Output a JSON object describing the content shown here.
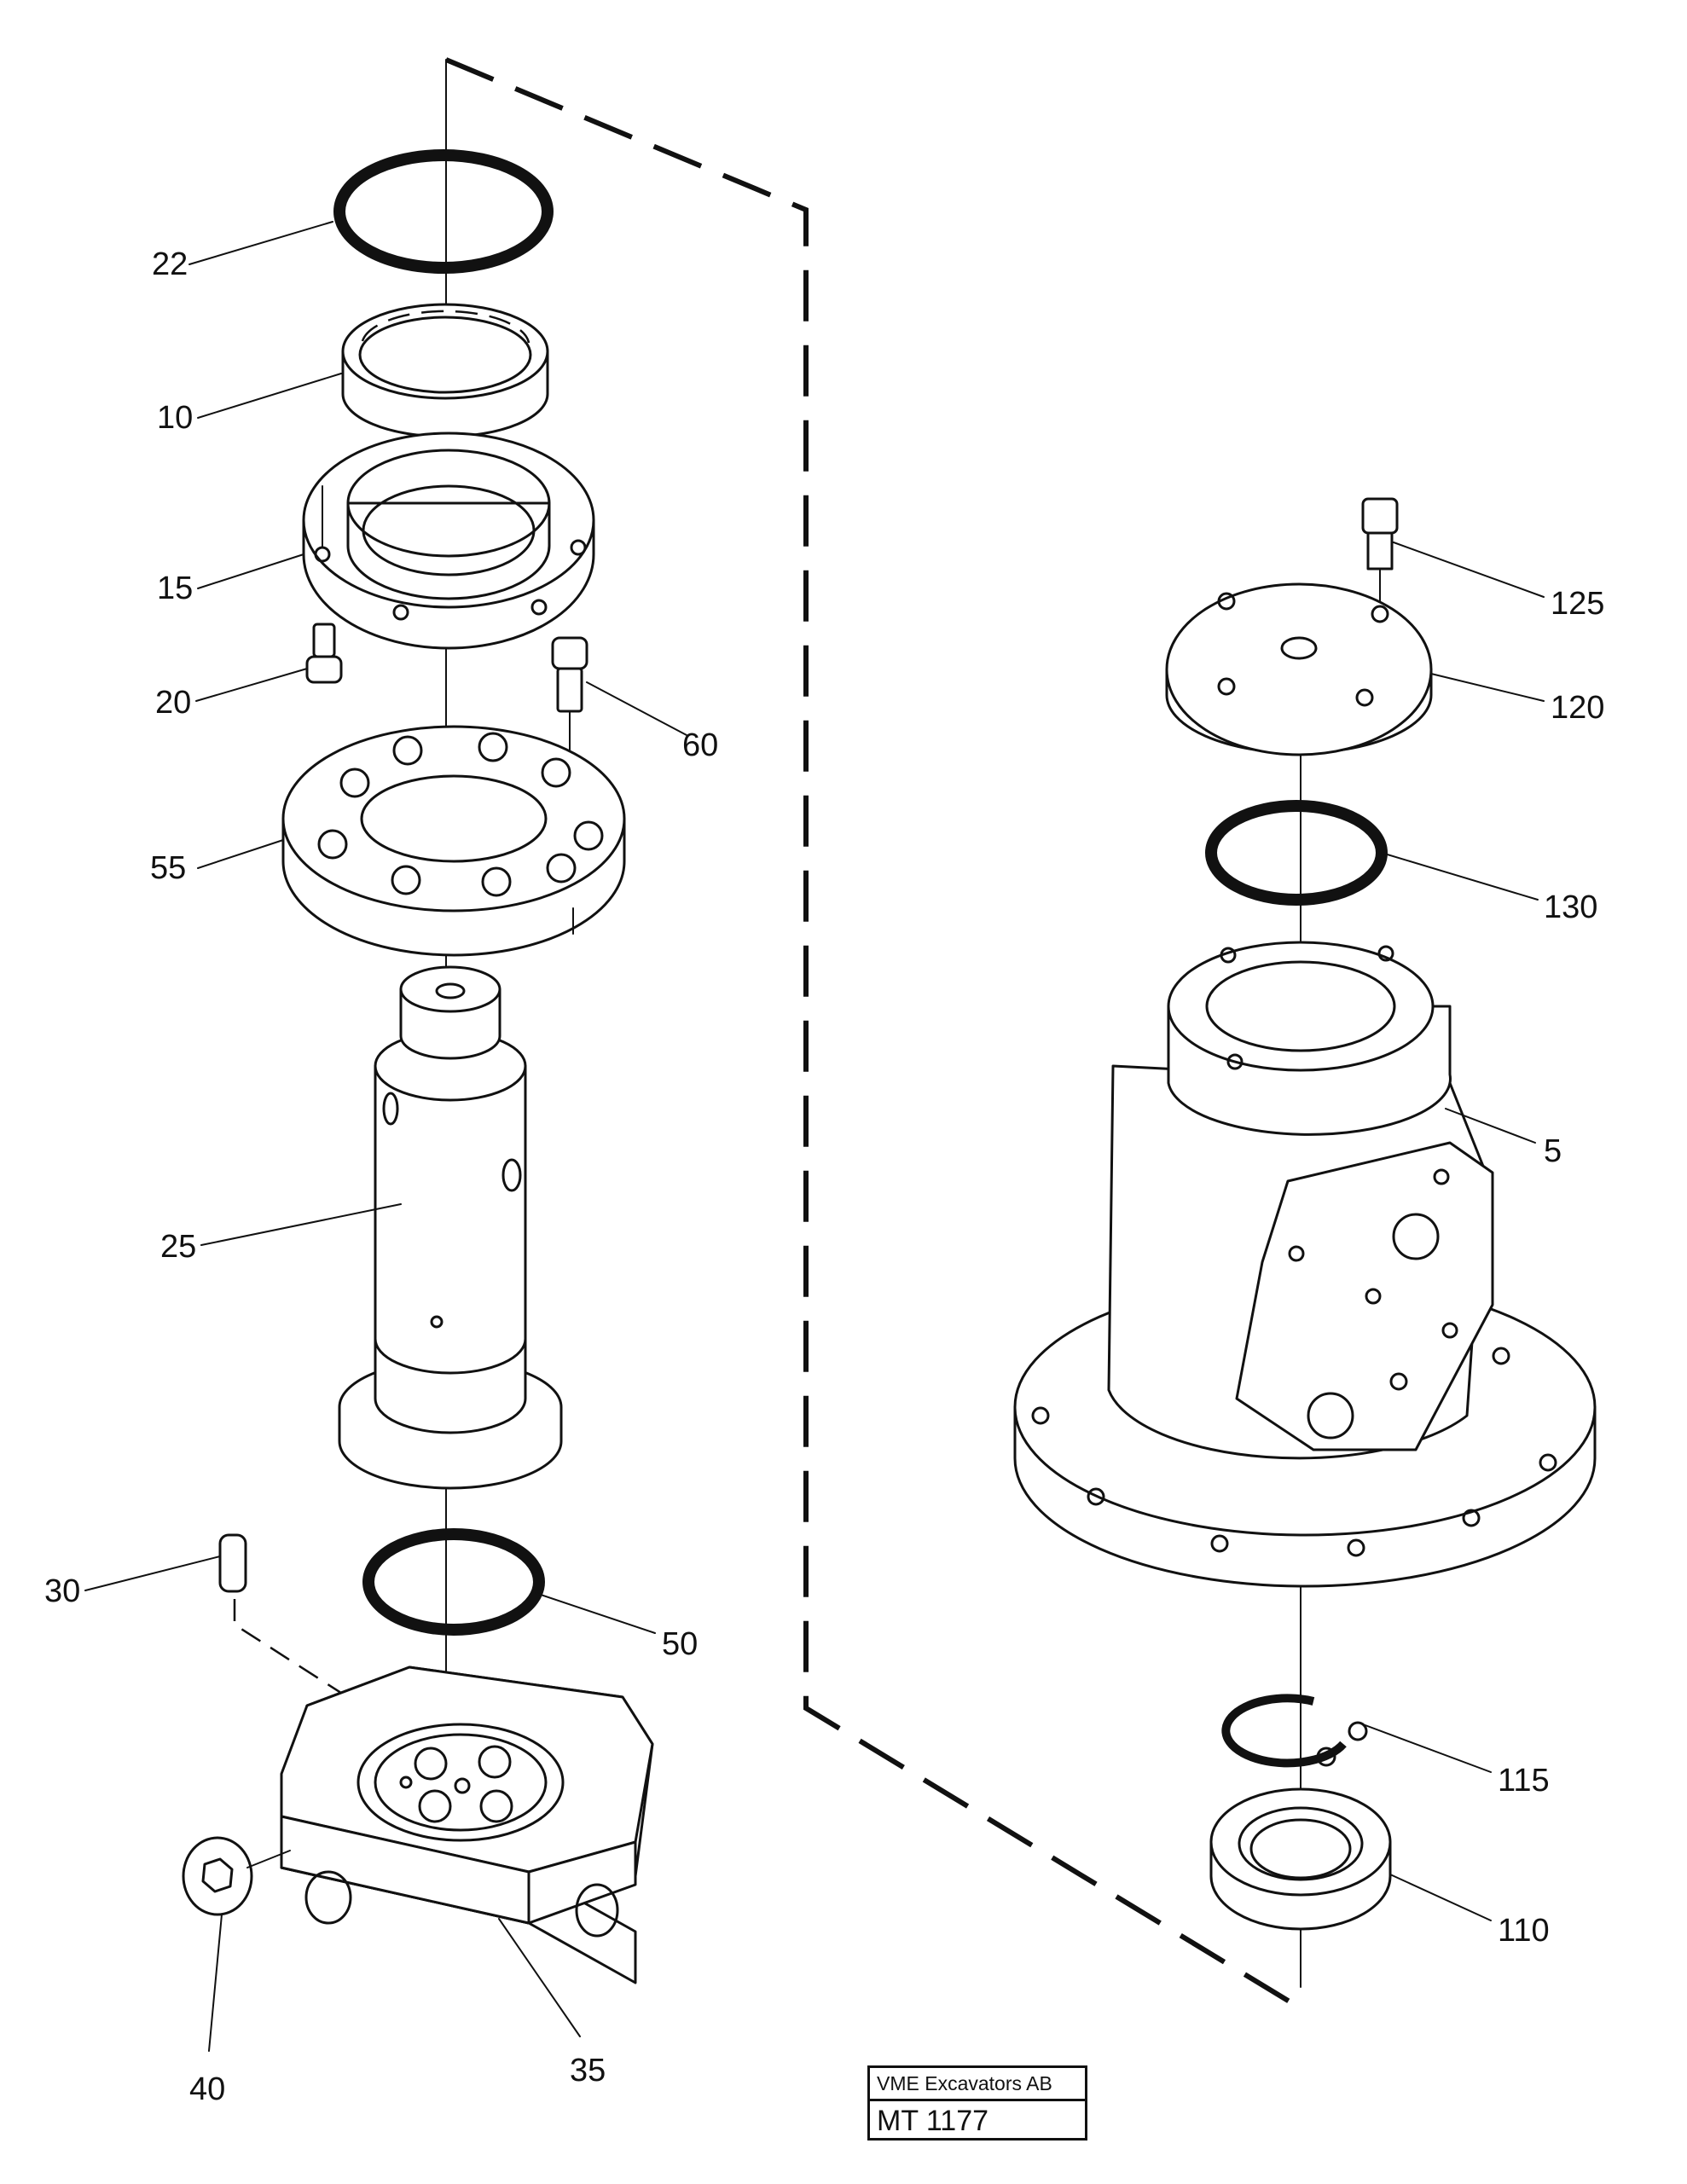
{
  "callouts": {
    "p22": "22",
    "p10": "10",
    "p15": "15",
    "p20": "20",
    "p60": "60",
    "p55": "55",
    "p25": "25",
    "p30": "30",
    "p50": "50",
    "p35": "35",
    "p40": "40",
    "p125": "125",
    "p120": "120",
    "p130": "130",
    "p5": "5",
    "p115": "115",
    "p110": "110"
  },
  "title_block": {
    "company": "VME Excavators AB",
    "drawing_no": "MT 1177"
  }
}
